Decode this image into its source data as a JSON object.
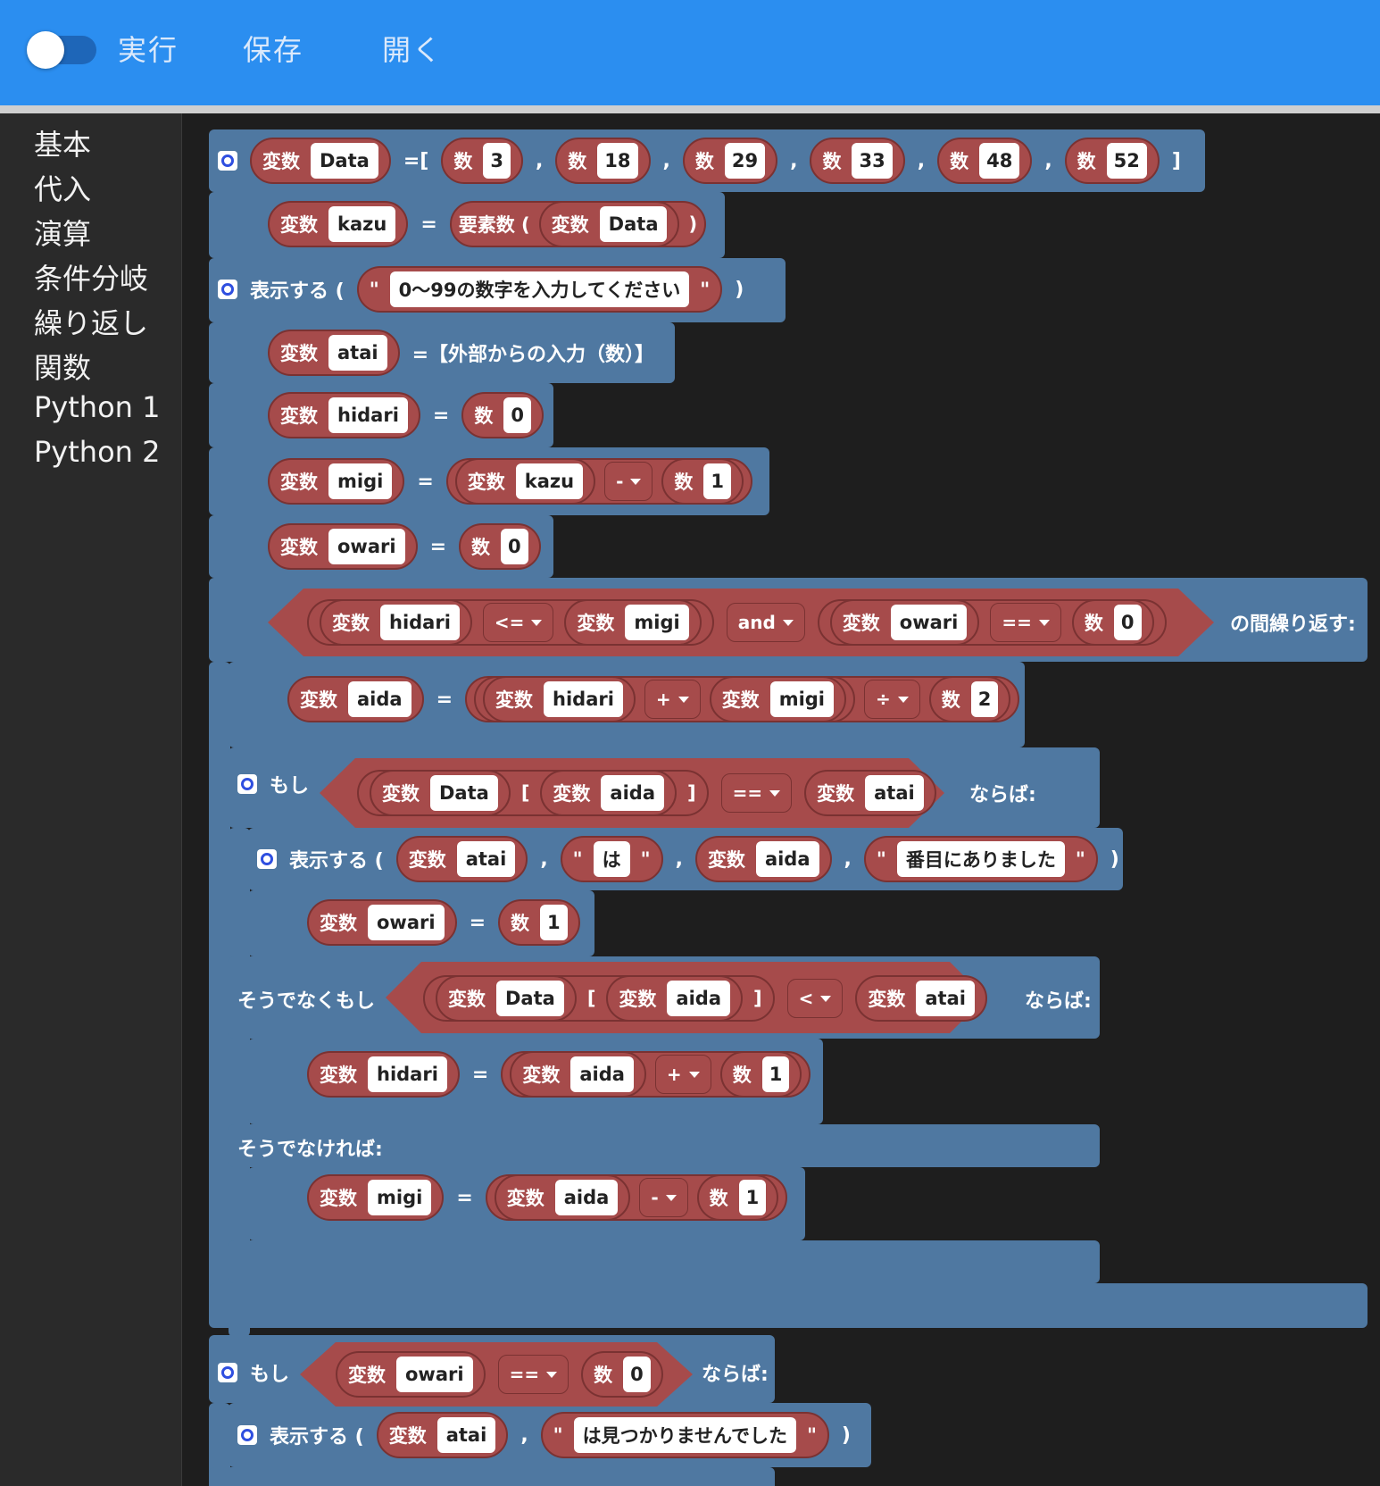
{
  "toolbar": {
    "run_label": "実行",
    "save_label": "保存",
    "open_label": "開く",
    "toggle_on": false
  },
  "sidebar": {
    "items": [
      {
        "label": "基本"
      },
      {
        "label": "代入"
      },
      {
        "label": "演算"
      },
      {
        "label": "条件分岐"
      },
      {
        "label": "繰り返し"
      },
      {
        "label": "関数"
      },
      {
        "label": "Python 1"
      },
      {
        "label": "Python 2"
      }
    ]
  },
  "colors": {
    "topbar": "#2b8ef0",
    "block": "#4f78a1",
    "value_block": "#a64b4b",
    "sidebar": "#2a2a2a",
    "workspace": "#1e1e1e"
  },
  "labels": {
    "var": "変数",
    "num": "数",
    "eq": "=",
    "comma": ",",
    "quote": "\"",
    "list_open": "=[",
    "list_close": "]",
    "len_open": "要素数 (",
    "paren_close": ")",
    "print_open": "表示する (",
    "input": "=【外部からの入力（数）】",
    "minus": "-",
    "plus": "+",
    "div": "÷",
    "le": "<=",
    "eqeq": "==",
    "lt": "<",
    "and": "and",
    "while_tail": "の間繰り返す:",
    "if": "もし",
    "then": "ならば:",
    "elif": "そうでなくもし",
    "else": "そうでなければ:",
    "bracket_open": "[",
    "bracket_close": "]"
  },
  "vars": {
    "data": "Data",
    "kazu": "kazu",
    "atai": "atai",
    "hidari": "hidari",
    "migi": "migi",
    "owari": "owari",
    "aida": "aida"
  },
  "nums": {
    "n0": "0",
    "n1": "1",
    "n2": "2",
    "list": [
      "3",
      "18",
      "29",
      "33",
      "48",
      "52"
    ]
  },
  "strings": {
    "prompt": "0〜99の数字を入力してください",
    "wa": "は",
    "found": "番目にありました",
    "notfound": "は見つかりませんでした"
  }
}
